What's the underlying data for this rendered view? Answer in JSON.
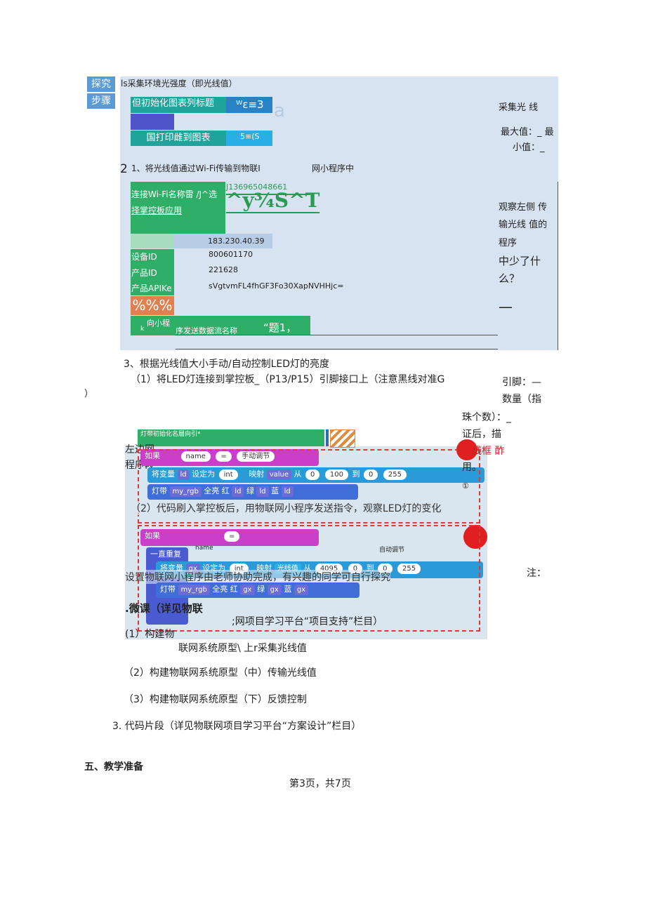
{
  "side_tags": [
    "探究",
    "步骤"
  ],
  "panel": {
    "step1_title": "ls采集环境光强度（即光线值）",
    "init_chart_label": "但初始化图表列标题",
    "init_chart_code": "ᵂɛ≡3",
    "big_char": "a",
    "print_chart_label": "国打印雌到图表",
    "print_chart_code": "5≡(S",
    "right_collect": "采集光  线",
    "right_max": "最大值：_  最",
    "right_min": "小值：_",
    "step2_num": "2",
    "step2_text": "1、将光线值通过Wi-Fi传输到物联I",
    "step2_text_b": "网小程序中",
    "wifi_label_1": "连接Wi-Fi名称雷 /J^选",
    "wifi_label_2": "择掌控板应用",
    "wifi_number": "J136965048661",
    "wifi_garbled": "^y³⁄₄S^T",
    "ip": "183.230.40.39",
    "device_id_label": "设备ID",
    "device_id": "800601170",
    "product_id_label": "产品ID",
    "product_id": "221628",
    "apikey_label": "产品APIKe",
    "apikey": "sVgtvmFL4fhGF3Fo30XapNVHHjc=",
    "percent": "%%%",
    "send_label_1": "向小程",
    "send_label_2": "k",
    "send_text": "序发送数据流名称",
    "send_quote": "“题1，",
    "observe_1": "观察左侧 传",
    "observe_2": "输光线  值的",
    "observe_3": "程序",
    "observe_4": "中少了什",
    "observe_5": "么？",
    "dash": "—"
  },
  "step3": {
    "title": "3、根据光线值大小手动/自动控制LED灯的亮度",
    "sub1": "（1）将LED灯连接到掌控板_（P13/P15）引脚接口上（注意黑线对准G",
    "sub1_cont": "）",
    "pin": "引脚：—",
    "count": "数量（指",
    "count2": "珠个数）：_",
    "verify": "证后，描",
    "red_note": "线框  酢",
    "use": "用。",
    "circle1": "①",
    "sub2": "（2）代码刷入掌控板后，用物联网小程序发送指令，观察LED灯的变化",
    "note": "注：",
    "note_text": "设置物联网小程序由老师协助完成，有兴趣的同学可自行探究"
  },
  "blocks": {
    "header": "灯带初始化名層向引*",
    "left_label_1": "左边网",
    "left_label_2": "程序段",
    "if_1": "如果",
    "name_1": "name",
    "eq_1": "=",
    "manual": "手动调节",
    "setvar_1": "将变量",
    "ld": "ld",
    "setto": "设定为",
    "int": "int",
    "map": "映射",
    "value": "value",
    "from": "从",
    "zero": "0",
    "hundred": "100",
    "to": "到",
    "max": "255",
    "strip_1": "灯带",
    "myrgb": "my_rgb",
    "all_red": "全亮 红",
    "green": "绿",
    "blue": "蓝",
    "if_2": "如果",
    "name_2": "name",
    "auto": "自动调节",
    "repeat": "一直重复",
    "gx": "gx",
    "light": "光线值",
    "v4095": "4095",
    "micro": ".微课（详见物联",
    "platform": ";网项目学习平台“项目支持”栏目）",
    "build1a": "(1）构建物"
  },
  "lists": {
    "build1b": "联网系统原型\\ 上r采集兆线值",
    "build2": "（2）构建物联网系统原型（中）传输光线值",
    "build3": "（3）构建物联网系统原型（下）反馈控制",
    "code": "3. 代码片段（详见物联网项目学习平台“方案设计”栏目）",
    "section5": "五、教学准备",
    "footer": "第3页，共7页"
  }
}
